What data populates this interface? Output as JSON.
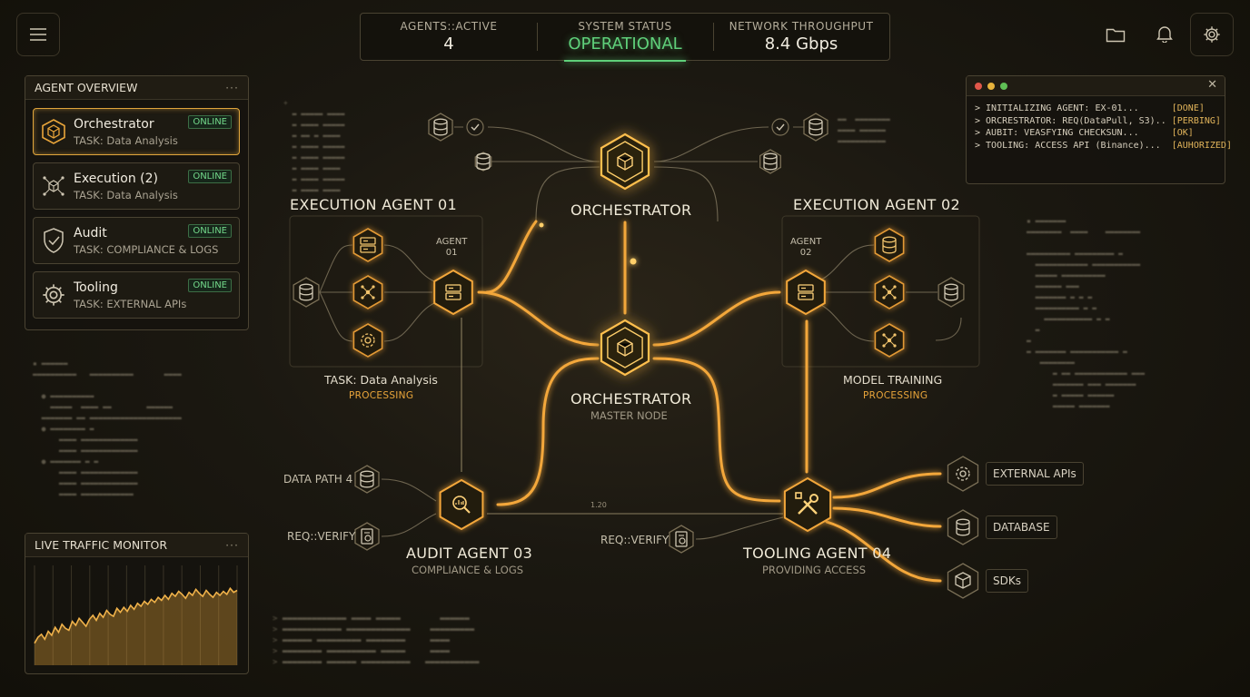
{
  "header": {
    "menu_icon": "hamburger-icon",
    "stats": [
      {
        "label": "AGENTS::ACTIVE",
        "value": "4"
      },
      {
        "label": "SYSTEM STATUS",
        "value": "OPERATIONAL"
      },
      {
        "label": "NETWORK THROUGHPUT",
        "value": "8.4 Gbps"
      }
    ],
    "right_icons": [
      "folder-icon",
      "bell-icon",
      "gear-icon"
    ]
  },
  "agent_overview": {
    "title": "AGENT OVERVIEW",
    "menu": "···",
    "agents": [
      {
        "name": "Orchestrator",
        "task": "TASK: Data Analysis",
        "status": "ONLINE",
        "icon": "hexagon-cube-icon"
      },
      {
        "name": "Execution (2)",
        "task": "TASK: Data Analysis",
        "status": "ONLINE",
        "icon": "network-cube-icon"
      },
      {
        "name": "Audit",
        "task": "TASK: COMPLIANCE & LOGS",
        "status": "ONLINE",
        "icon": "shield-check-icon"
      },
      {
        "name": "Tooling",
        "task": "TASK: EXTERNAL APIs",
        "status": "ONLINE",
        "icon": "gear-icon"
      }
    ]
  },
  "traffic_monitor": {
    "title": "LIVE TRAFFIC MONITOR",
    "menu": "···",
    "series": [
      22,
      28,
      31,
      26,
      34,
      30,
      38,
      33,
      41,
      37,
      35,
      44,
      40,
      47,
      43,
      39,
      46,
      50,
      45,
      52,
      48,
      55,
      51,
      49,
      57,
      53,
      58,
      54,
      60,
      56,
      62,
      59,
      64,
      61,
      66,
      63,
      68,
      65,
      70,
      66,
      72,
      69,
      74,
      71,
      67,
      73,
      70,
      76,
      72,
      69,
      75,
      71,
      68,
      73,
      70,
      74,
      71,
      77,
      73,
      75
    ]
  },
  "terminal": {
    "lines": [
      {
        "text": "> INITIALIZING AGENT: EX-01...      ",
        "tag": "[DONE]"
      },
      {
        "text": "> ORCRESTRATOR: REQ(DataPull, S3).. ",
        "tag": "[PERBING]"
      },
      {
        "text": "> AUBIT: VEASFYING CHECKSUN...      ",
        "tag": "[OK]"
      },
      {
        "text": "> TOOLING: ACCESS API (Binance)...  ",
        "tag": "[AUHORIZED]"
      }
    ]
  },
  "diagram": {
    "orchestrator_top": {
      "title": "ORCHESTRATOR"
    },
    "orchestrator_main": {
      "title": "ORCHESTRATOR",
      "subtitle": "MASTER NODE"
    },
    "exec1": {
      "title": "EXECUTION AGENT 01",
      "node_label": "AGENT\n01",
      "task": "TASK: Data Analysis",
      "state": "PROCESSING"
    },
    "exec2": {
      "title": "EXECUTION AGENT 02",
      "node_label": "AGENT\n02",
      "task": "MODEL TRAINING",
      "state": "PROCESSING"
    },
    "audit": {
      "title": "AUDIT AGENT 03",
      "subtitle": "COMPLIANCE & LOGS",
      "data_path": "DATA PATH 4",
      "verify": "REQ::VERIFY"
    },
    "tooling": {
      "title": "TOOLING AGENT 04",
      "subtitle": "PROVIDING ACCESS",
      "verify": "REQ::VERIFY"
    },
    "link_label": "1.20",
    "externals": [
      {
        "label": "EXTERNAL APIs",
        "icon": "gear-icon"
      },
      {
        "label": "DATABASE",
        "icon": "database-icon"
      },
      {
        "label": "SDKs",
        "icon": "box-icon"
      }
    ]
  },
  "colors": {
    "accent": "#e9a53a",
    "glow": "#ffcf6a",
    "ok": "#5fd07a",
    "border": "#4a4332"
  }
}
